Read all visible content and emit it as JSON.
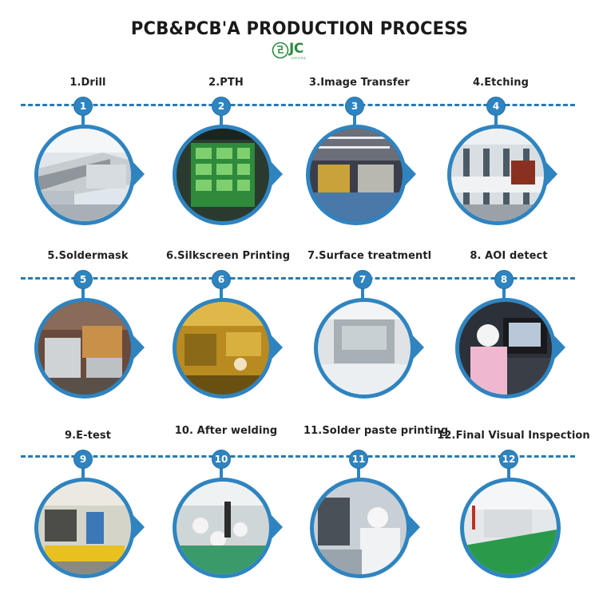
{
  "header": {
    "title": "PCB&PCB'A PRODUCTION PROCESS",
    "logo_letters": "JC",
    "logo_sub": "JOFOSA"
  },
  "colors": {
    "accent": "#2f84c0",
    "dash": "#2a7ab0",
    "logo_green": "#2e8b3e"
  },
  "steps": [
    {
      "number": "1",
      "label": "1.Drill",
      "photo": "drilling-machines"
    },
    {
      "number": "2",
      "label": "2.PTH",
      "photo": "green-pcb-panel"
    },
    {
      "number": "3",
      "label": "3.Image Transfer",
      "photo": "yellow-lit-cleanroom"
    },
    {
      "number": "4",
      "label": "4.Etching",
      "photo": "etching-line"
    },
    {
      "number": "5",
      "label": "5.Soldermask",
      "photo": "soldermask-workshop"
    },
    {
      "number": "6",
      "label": "6.Silkscreen Printing",
      "photo": "silkscreen-yellow-room"
    },
    {
      "number": "7",
      "label": "7.Surface treatmentl",
      "photo": "surface-treatment-machines"
    },
    {
      "number": "8",
      "label": "8. AOI detect",
      "photo": "aoi-operator"
    },
    {
      "number": "9",
      "label": "9.E-test",
      "photo": "e-test-stations"
    },
    {
      "number": "10",
      "label": "10.  After welding",
      "photo": "welding-workers"
    },
    {
      "number": "11",
      "label": "11.Solder paste printing",
      "photo": "solder-paste-operator"
    },
    {
      "number": "12",
      "label": "12.Final Visual Inspection",
      "photo": "inspection-conveyor"
    }
  ]
}
